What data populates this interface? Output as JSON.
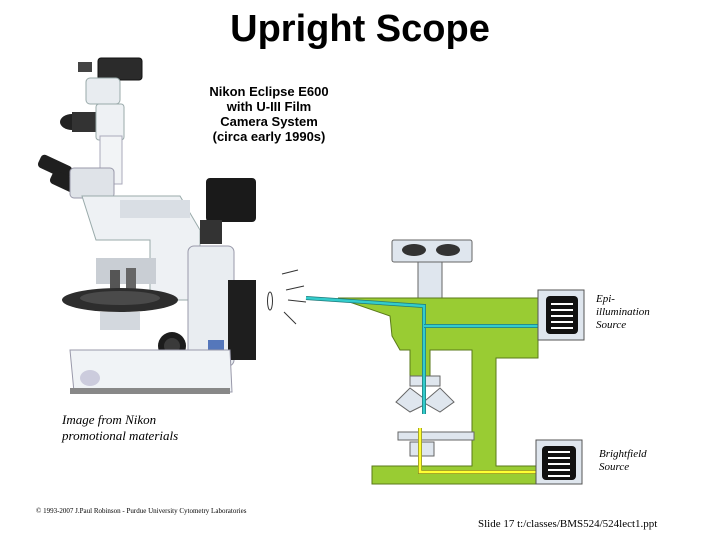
{
  "title": "Upright Scope",
  "caption_lines": [
    "Nikon Eclipse E600",
    "with U-III Film",
    "Camera System",
    "(circa early 1990s)"
  ],
  "image_credit_lines": [
    "Image from Nikon",
    "promotional materials"
  ],
  "labels": {
    "epi_lines": [
      "Epi-",
      "illumination",
      "Source"
    ],
    "brightfield_lines": [
      "Brightfield",
      "Source"
    ]
  },
  "footer": {
    "copyright": "© 1993-2007 J.Paul Robinson - Purdue University Cytometry Laboratories",
    "slide_info": "Slide 17 t:/classes/BMS524/524lect1.ppt"
  },
  "colors": {
    "scope_body": "#99cc33",
    "epi_light_path": "#33cccc",
    "brightfield_light_path": "#ffff33",
    "lamp_housing": "#dfe6ee"
  }
}
